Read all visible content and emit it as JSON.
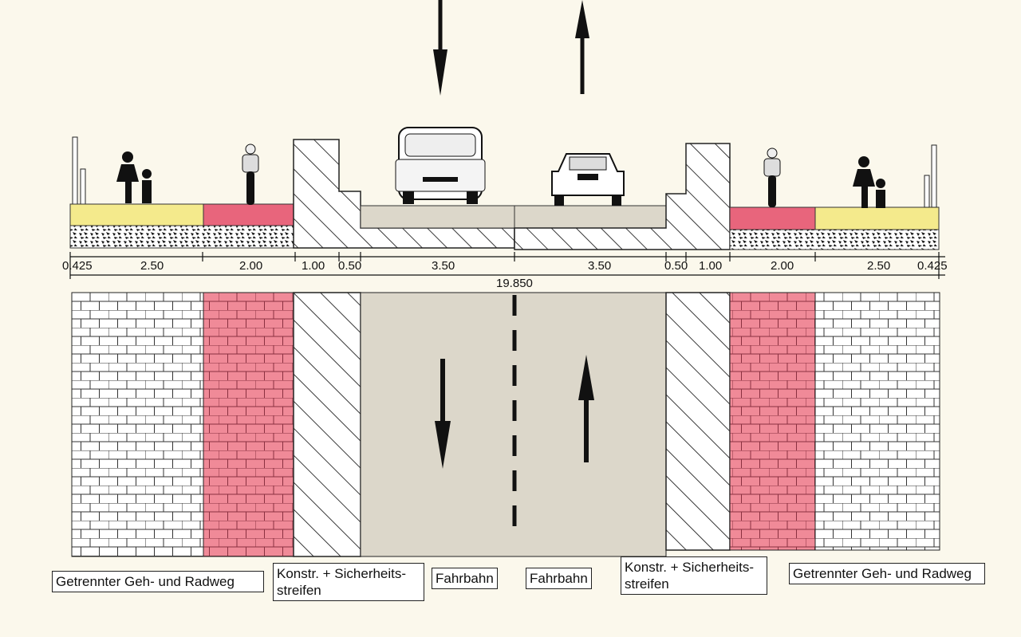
{
  "colors": {
    "background": "#fbf8ec",
    "footway": "#f4ea8c",
    "cycleway": "#e8657c",
    "cycle_pavers": "#f08a98",
    "carriageway": "#dcd7ca"
  },
  "cross_section": {
    "dimensions": [
      "0.425",
      "2.50",
      "2.00",
      "1.00",
      "0.50",
      "3.50",
      "3.50",
      "0.50",
      "1.00",
      "2.00",
      "2.50",
      "0.425"
    ],
    "total_width": "19.850"
  },
  "labels": {
    "left_path": "Getrennter Geh- und Radweg",
    "left_strip_1": "Konstr. + Sicherheits-",
    "left_strip_2": "streifen",
    "lane_left": "Fahrbahn",
    "lane_right": "Fahrbahn",
    "right_strip_1": "Konstr. + Sicherheits-",
    "right_strip_2": "streifen",
    "right_path": "Getrennter Geh- und Radweg"
  }
}
